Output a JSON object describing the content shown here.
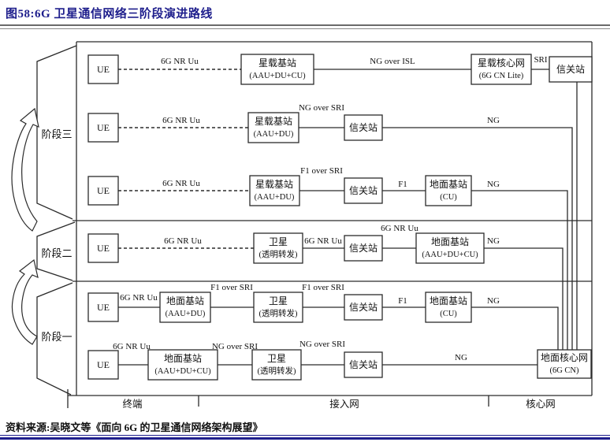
{
  "title": "图58:6G 卫星通信网络三阶段演进路线",
  "source": "资料来源:吴晓文等《面向 6G 的卫星通信网络架构展望》",
  "colors": {
    "title_navy": "#1e1e8c",
    "diagram_line": "#2b2b2b"
  },
  "stages": [
    {
      "label": "阶段三"
    },
    {
      "label": "阶段二"
    },
    {
      "label": "阶段一"
    }
  ],
  "axis_sections": [
    {
      "label": "终端"
    },
    {
      "label": "接入网"
    },
    {
      "label": "核心网"
    }
  ],
  "rows": [
    {
      "boxes": [
        {
          "name": "UE"
        },
        {
          "name": "星载基站",
          "sub": "(AAU+DU+CU)"
        },
        {
          "name": "星载核心网",
          "sub": "(6G CN Lite)"
        },
        {
          "name": "信关站"
        }
      ],
      "links": {
        "a": "6G NR Uu",
        "b": "NG over ISL",
        "c": "SRI"
      }
    },
    {
      "boxes": [
        {
          "name": "UE"
        },
        {
          "name": "星载基站",
          "sub": "(AAU+DU)"
        },
        {
          "name": "信关站"
        }
      ],
      "links": {
        "a": "6G NR Uu",
        "b": "NG over SRI",
        "c": "NG"
      }
    },
    {
      "boxes": [
        {
          "name": "UE"
        },
        {
          "name": "星载基站",
          "sub": "(AAU+DU)"
        },
        {
          "name": "信关站"
        },
        {
          "name": "地面基站",
          "sub": "(CU)"
        }
      ],
      "links": {
        "a": "6G NR Uu",
        "b": "F1 over SRI",
        "c": "F1",
        "d": "NG"
      }
    },
    {
      "boxes": [
        {
          "name": "UE"
        },
        {
          "name": "卫星",
          "sub": "(透明转发)"
        },
        {
          "name": "信关站"
        },
        {
          "name": "地面基站",
          "sub": "(AAU+DU+CU)"
        }
      ],
      "links": {
        "a": "6G NR Uu",
        "b": "6G NR Uu",
        "c": "6G NR Uu",
        "d": "NG"
      }
    },
    {
      "boxes": [
        {
          "name": "UE"
        },
        {
          "name": "地面基站",
          "sub": "(AAU+DU)"
        },
        {
          "name": "卫星",
          "sub": "(透明转发)"
        },
        {
          "name": "信关站"
        },
        {
          "name": "地面基站",
          "sub": "(CU)"
        }
      ],
      "links": {
        "a": "6G NR Uu",
        "b": "F1 over SRI",
        "c": "F1 over SRI",
        "d": "F1",
        "e": "NG"
      }
    },
    {
      "boxes": [
        {
          "name": "UE"
        },
        {
          "name": "地面基站",
          "sub": "(AAU+DU+CU)"
        },
        {
          "name": "卫星",
          "sub": "(透明转发)"
        },
        {
          "name": "信关站"
        },
        {
          "name": "地面核心网",
          "sub": "(6G CN)"
        }
      ],
      "links": {
        "a": "6G NR Uu",
        "b": "NG over SRI",
        "c": "NG over SRI",
        "d": "NG"
      }
    }
  ]
}
